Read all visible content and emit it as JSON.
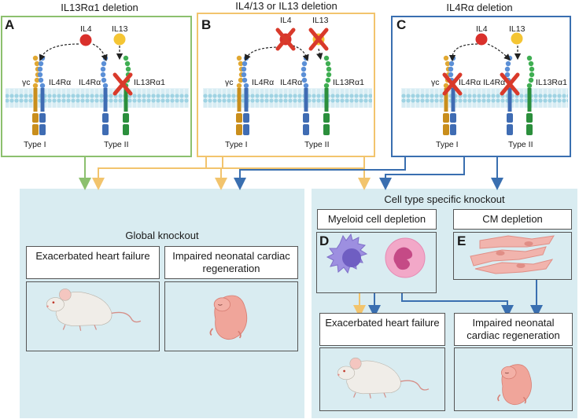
{
  "panels": {
    "a": {
      "letter": "A",
      "title": "IL13Rα1 deletion",
      "color": "#8cc06e",
      "ligand1": "IL4",
      "ligand2": "IL13",
      "labels": {
        "gc": "γc",
        "il4ra_1": "IL4Rα",
        "il4ra_2": "IL4Rα",
        "il13ra1": "IL13Rα1",
        "type1": "Type I",
        "type2": "Type II"
      }
    },
    "b": {
      "letter": "B",
      "title": "IL4/13 or IL13 deletion",
      "color": "#f2c46d",
      "ligand1": "IL4",
      "ligand2": "IL13",
      "labels": {
        "gc": "γc",
        "il4ra_1": "IL4Rα",
        "il4ra_2": "IL4Rα",
        "il13ra1": "IL13Rα1",
        "type1": "Type I",
        "type2": "Type II"
      }
    },
    "c": {
      "letter": "C",
      "title": "IL4Rα deletion",
      "color": "#3a6fb0",
      "ligand1": "IL4",
      "ligand2": "IL13",
      "labels": {
        "gc": "γc",
        "il4ra_1": "IL4Rα",
        "il4ra_2": "IL4Rα",
        "il13ra1": "IL13Rα1",
        "type1": "Type I",
        "type2": "Type II"
      }
    }
  },
  "global": {
    "title": "Global knockout",
    "box1": "Exacerbated heart failure",
    "box2": "Impaired neonatal cardiac regeneration"
  },
  "specific": {
    "title": "Cell type specific knockout",
    "myeloid": "Myeloid cell depletion",
    "cm": "CM depletion",
    "letter_d": "D",
    "letter_e": "E",
    "box1": "Exacerbated heart failure",
    "box2": "Impaired neonatal cardiac regeneration"
  },
  "colors": {
    "green": "#8cc06e",
    "yellow": "#f2c46d",
    "blue": "#3a6fb0",
    "outcome_bg": "#d9ecf1",
    "cross": "#d93a2b"
  }
}
